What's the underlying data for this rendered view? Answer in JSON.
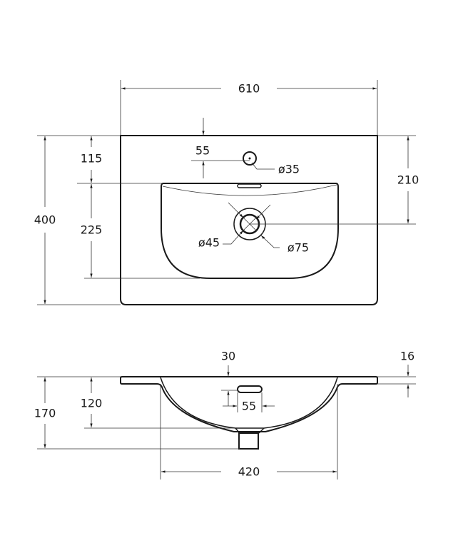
{
  "top_view": {
    "width": "610",
    "depth": "400",
    "faucet_offset": "115",
    "bowl_depth": "225",
    "drain_offset": "210",
    "faucet_edge": "55",
    "faucet_hole": "ø35",
    "drain_inner": "ø45",
    "drain_outer": "ø75"
  },
  "side_view": {
    "overflow_offset": "30",
    "rim_thickness": "16",
    "total_height": "170",
    "bowl_height": "120",
    "overflow_width": "55",
    "bowl_width": "420"
  },
  "colors": {
    "line": "#1a1a1a",
    "background": "#ffffff"
  }
}
